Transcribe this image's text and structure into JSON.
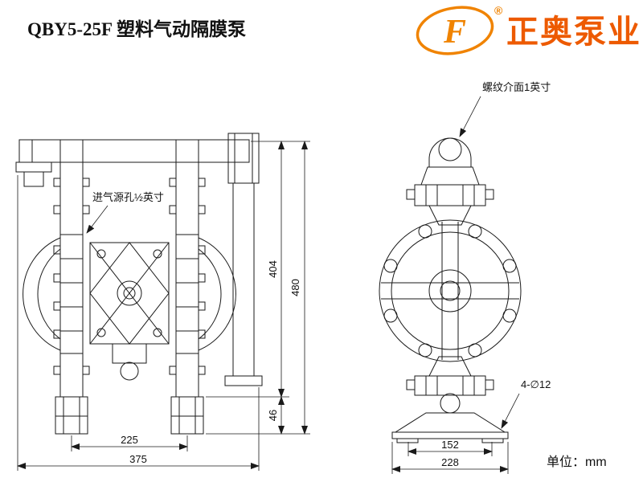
{
  "page": {
    "title": "QBY5-25F 塑料气动隔膜泵",
    "unit_label": "单位：mm"
  },
  "logo": {
    "brand": "正奥泵业",
    "registered_mark": "®",
    "monogram": "F",
    "color_brand": "#ed5a00",
    "color_mark": "#f08300"
  },
  "labels": {
    "air_inlet": "进气源孔½英寸",
    "thread_interface": "螺纹介面1英寸",
    "base_holes": "4-∅12"
  },
  "dimensions_mm": {
    "front": {
      "foot_span": "225",
      "overall_width": "375",
      "body_height": "404",
      "overall_height": "480",
      "foot_height": "46"
    },
    "side": {
      "base_inner": "152",
      "base_width": "228"
    }
  },
  "colors": {
    "line": "#1a1a1a",
    "background": "#ffffff"
  }
}
